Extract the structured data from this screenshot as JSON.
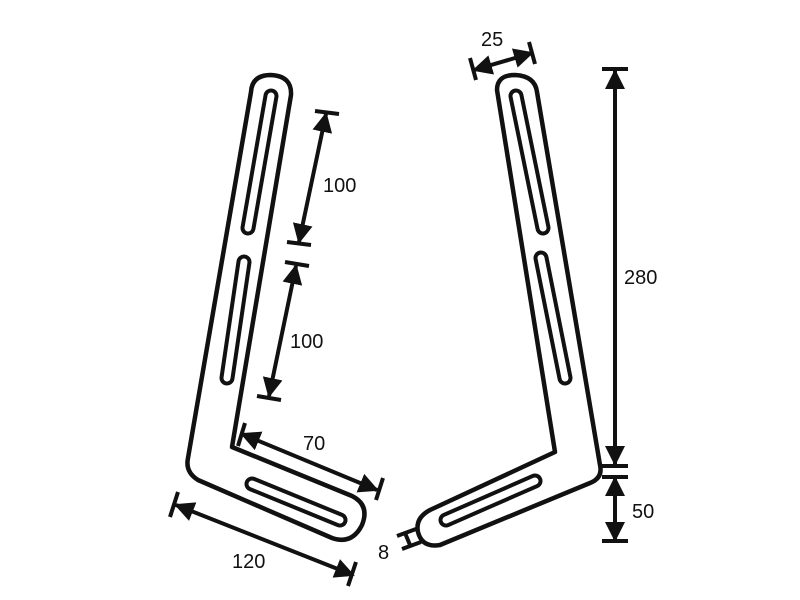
{
  "diagram": {
    "left_bracket": {
      "dimensions": {
        "upper_slot_spacing": "100",
        "lower_slot_spacing": "100",
        "arm_inner_length": "70",
        "arm_outer_length": "120"
      }
    },
    "right_bracket": {
      "dimensions": {
        "width": "25",
        "vertical_height": "280",
        "arm_height": "50",
        "thickness": "8"
      }
    },
    "colors": {
      "line": "#111111",
      "background": "#ffffff"
    }
  }
}
